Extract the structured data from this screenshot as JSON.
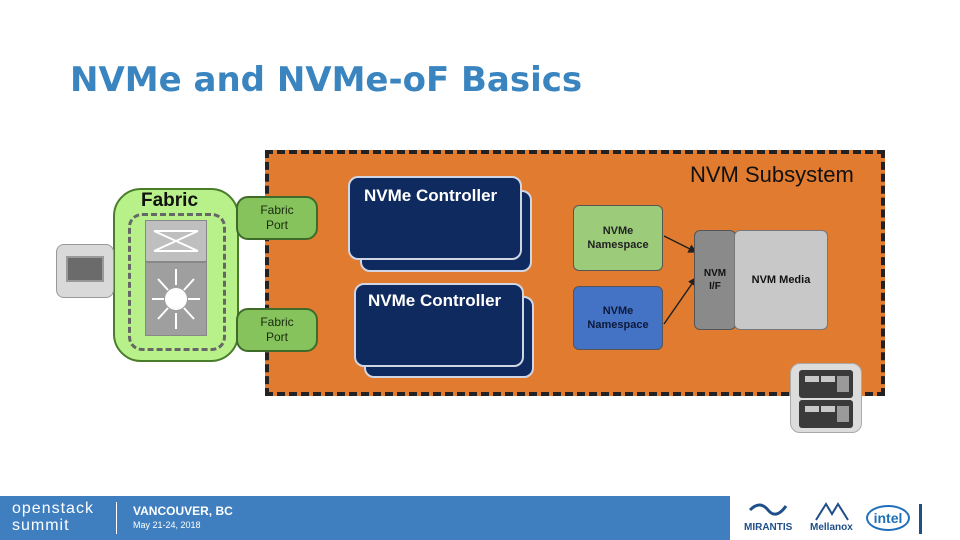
{
  "title": "NVMe and NVMe-oF Basics",
  "diagram": {
    "subsystem_label": "NVM Subsystem",
    "controllers": [
      "NVMe Controller",
      "NVMe Controller"
    ],
    "namespaces": [
      "NVMe Namespace",
      "NVMe Namespace"
    ],
    "nvm_if_label": "NVM I/F",
    "nvm_media_label": "NVM Media",
    "fabric_label": "Fabric",
    "ports": [
      "Fabric Port",
      "Fabric Port"
    ]
  },
  "footer": {
    "openstack_line1": "openstack",
    "openstack_line2": "summit",
    "city": "VANCOUVER, BC",
    "dates": "May 21-24, 2018",
    "sponsors": [
      "MIRANTIS",
      "Mellanox",
      "intel"
    ]
  },
  "colors": {
    "title": "#3a85c0",
    "subsystem": "#e07b30",
    "controller": "#0e2a5e",
    "namespace_green": "#9ccc7a",
    "namespace_blue": "#4472c4",
    "fabric": "#b8f08a",
    "footer": "#3f7fbf"
  },
  "icons": [
    "host-computer-icon",
    "network-switch-icon",
    "storage-server-icon",
    "mirantis-logo-icon",
    "mellanox-logo-icon",
    "intel-logo-icon"
  ]
}
